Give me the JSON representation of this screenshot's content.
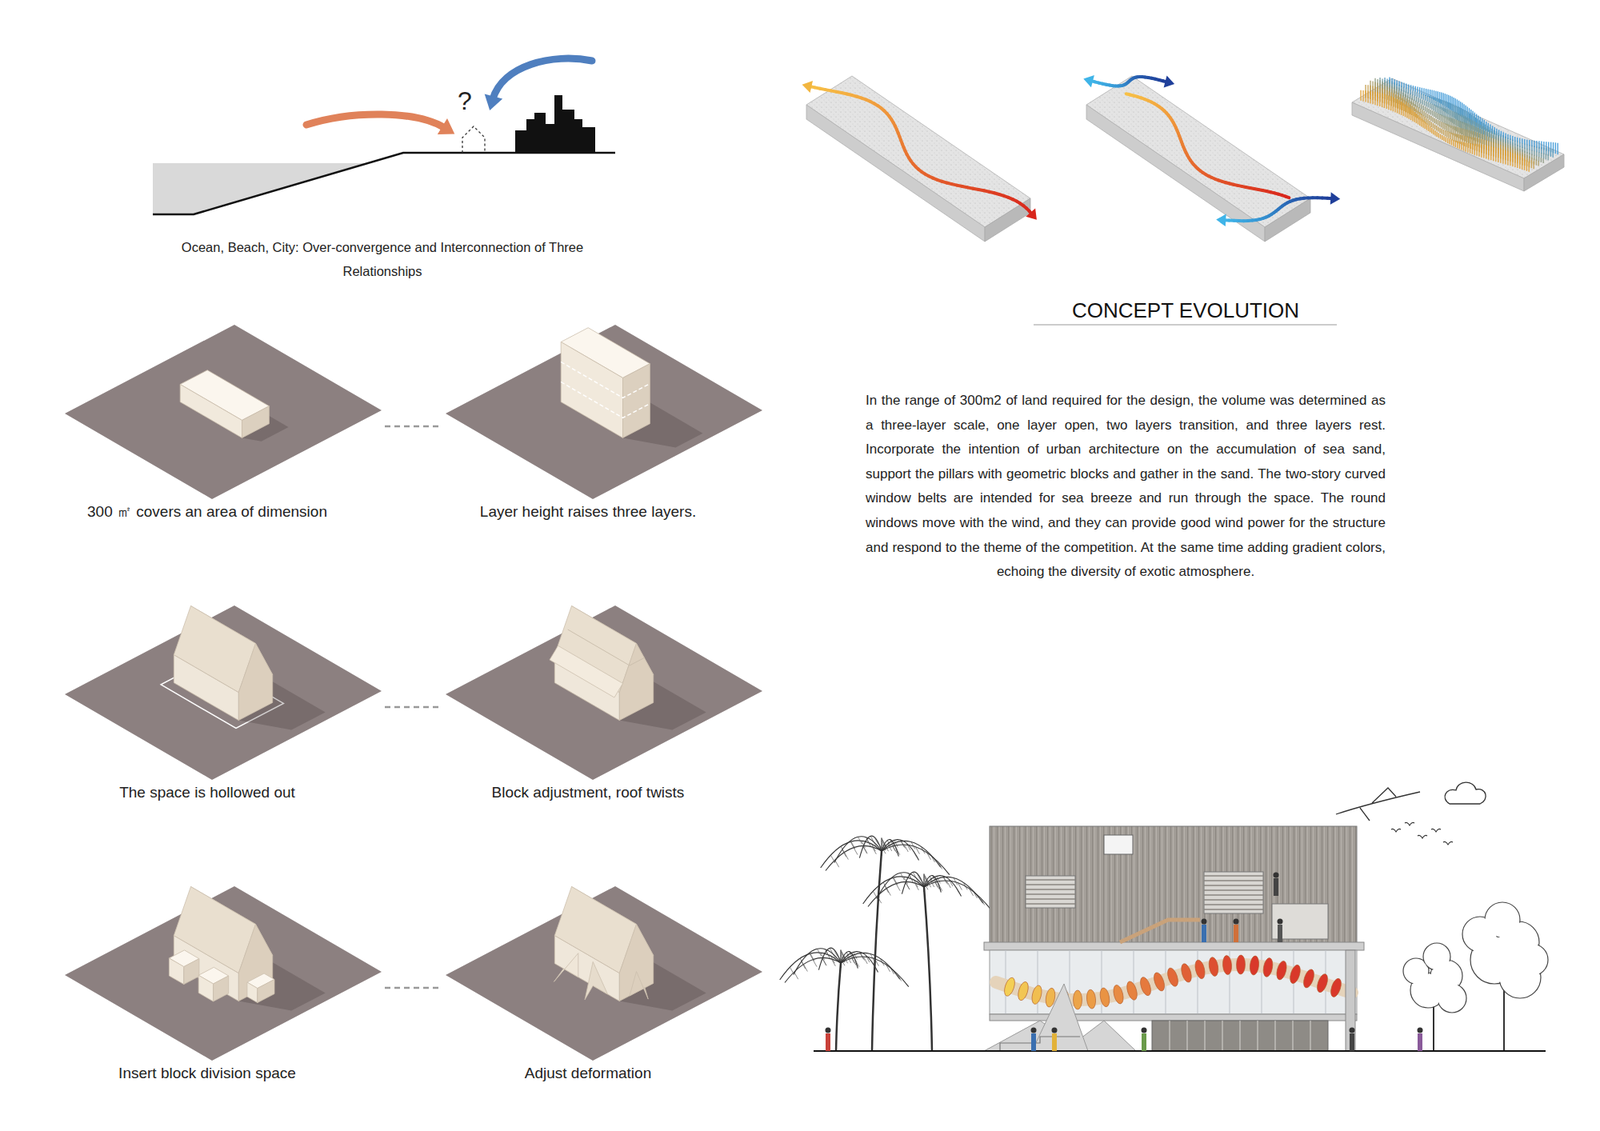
{
  "diagram": {
    "title": "CONCEPT EVOLUTION",
    "nodes": [
      {
        "text": [
          "300 ㎡ covers an area of dimension"
        ]
      },
      {
        "text": [
          "Layer height raises three layers."
        ]
      },
      {
        "text": [
          "The space is hollowed out"
        ]
      },
      {
        "text": [
          "Block adjustment, roof twists"
        ]
      },
      {
        "text": [
          "Insert block division space"
        ]
      },
      {
        "text": [
          "Adjust deformation"
        ]
      }
    ],
    "edges": [
      {
        "from": 0,
        "to": 1,
        "arrow": "none"
      },
      {
        "from": 2,
        "to": 3,
        "arrow": "none"
      },
      {
        "from": 4,
        "to": 5,
        "arrow": "none"
      }
    ],
    "labels": [
      "?",
      "Ocean, Beach, City: Over-convergence and Interconnection of Three Relationships",
      "In the range of 300m2 of land required for the design, the volume was determined as a three-layer scale, one layer open, two layers transition, and three layers rest. Incorporate the intention of urban architecture on the accumulation of sea sand, support the pillars with geometric blocks and gather in the sand. The two-story curved window belts are intended for sea breeze and run through the space. The round windows move with the wind, and they can provide good wind power for the structure and respond to the theme of the competition. At the same time adding gradient colors, echoing the diversity of exotic atmosphere."
    ]
  }
}
